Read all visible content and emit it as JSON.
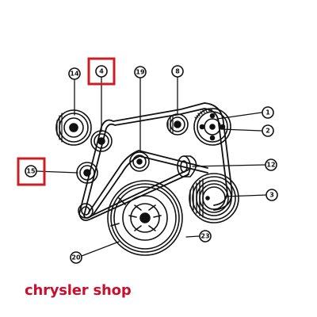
{
  "diagram": {
    "callouts": [
      {
        "id": "c1",
        "label": "1"
      },
      {
        "id": "c2",
        "label": "2"
      },
      {
        "id": "c3",
        "label": "3"
      },
      {
        "id": "c4",
        "label": "4"
      },
      {
        "id": "c8",
        "label": "8"
      },
      {
        "id": "c12",
        "label": "12"
      },
      {
        "id": "c14",
        "label": "14"
      },
      {
        "id": "c15",
        "label": "15"
      },
      {
        "id": "c19",
        "label": "19"
      },
      {
        "id": "c20",
        "label": "20"
      },
      {
        "id": "c23",
        "label": "23"
      }
    ],
    "highlighted": [
      "4",
      "15"
    ]
  },
  "brand": {
    "text": "chrysler shop"
  },
  "colors": {
    "line": "#111111",
    "highlight": "#cc1d24",
    "brand": "#c8102e",
    "background": "#ffffff"
  }
}
